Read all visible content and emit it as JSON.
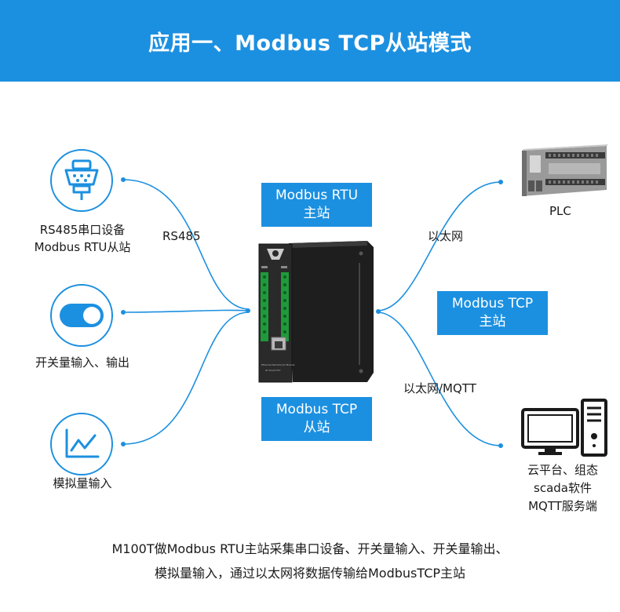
{
  "header": {
    "title": "应用一、Modbus TCP从站模式"
  },
  "left_devices": [
    {
      "icon": "serial-port-icon",
      "label_lines": [
        "RS485串口设备",
        "Modbus RTU从站"
      ]
    },
    {
      "icon": "toggle-switch-icon",
      "label_lines": [
        "开关量输入、输出"
      ]
    },
    {
      "icon": "line-chart-icon",
      "label_lines": [
        "模拟量输入"
      ]
    }
  ],
  "link_labels": {
    "rs485": "RS485",
    "ethernet": "以太网",
    "ethernet_mqtt": "以太网/MQTT"
  },
  "center_boxes": {
    "rtu_master": [
      "Modbus RTU",
      "主站"
    ],
    "tcp_slave": [
      "Modbus TCP",
      "从站"
    ],
    "tcp_master": [
      "Modbus TCP",
      "主站"
    ]
  },
  "module": {
    "front_text": "Ethernet Remote I/O Module",
    "model_text": "IO Smart M-T"
  },
  "right_devices": [
    {
      "icon": "plc-icon",
      "label_lines": [
        "PLC"
      ]
    },
    {
      "icon": "computer-icon",
      "label_lines": [
        "云平台、组态",
        "scada软件",
        "MQTT服务端"
      ]
    }
  ],
  "footer": {
    "lines": [
      "M100T做Modbus RTU主站采集串口设备、开关量输入、开关量输出、",
      "模拟量输入，通过以太网将数据传输给ModbusTCP主站"
    ]
  },
  "colors": {
    "accent": "#1c90e0",
    "dark_device": "#2a2a2a",
    "terminal": "#1f9a3a"
  }
}
